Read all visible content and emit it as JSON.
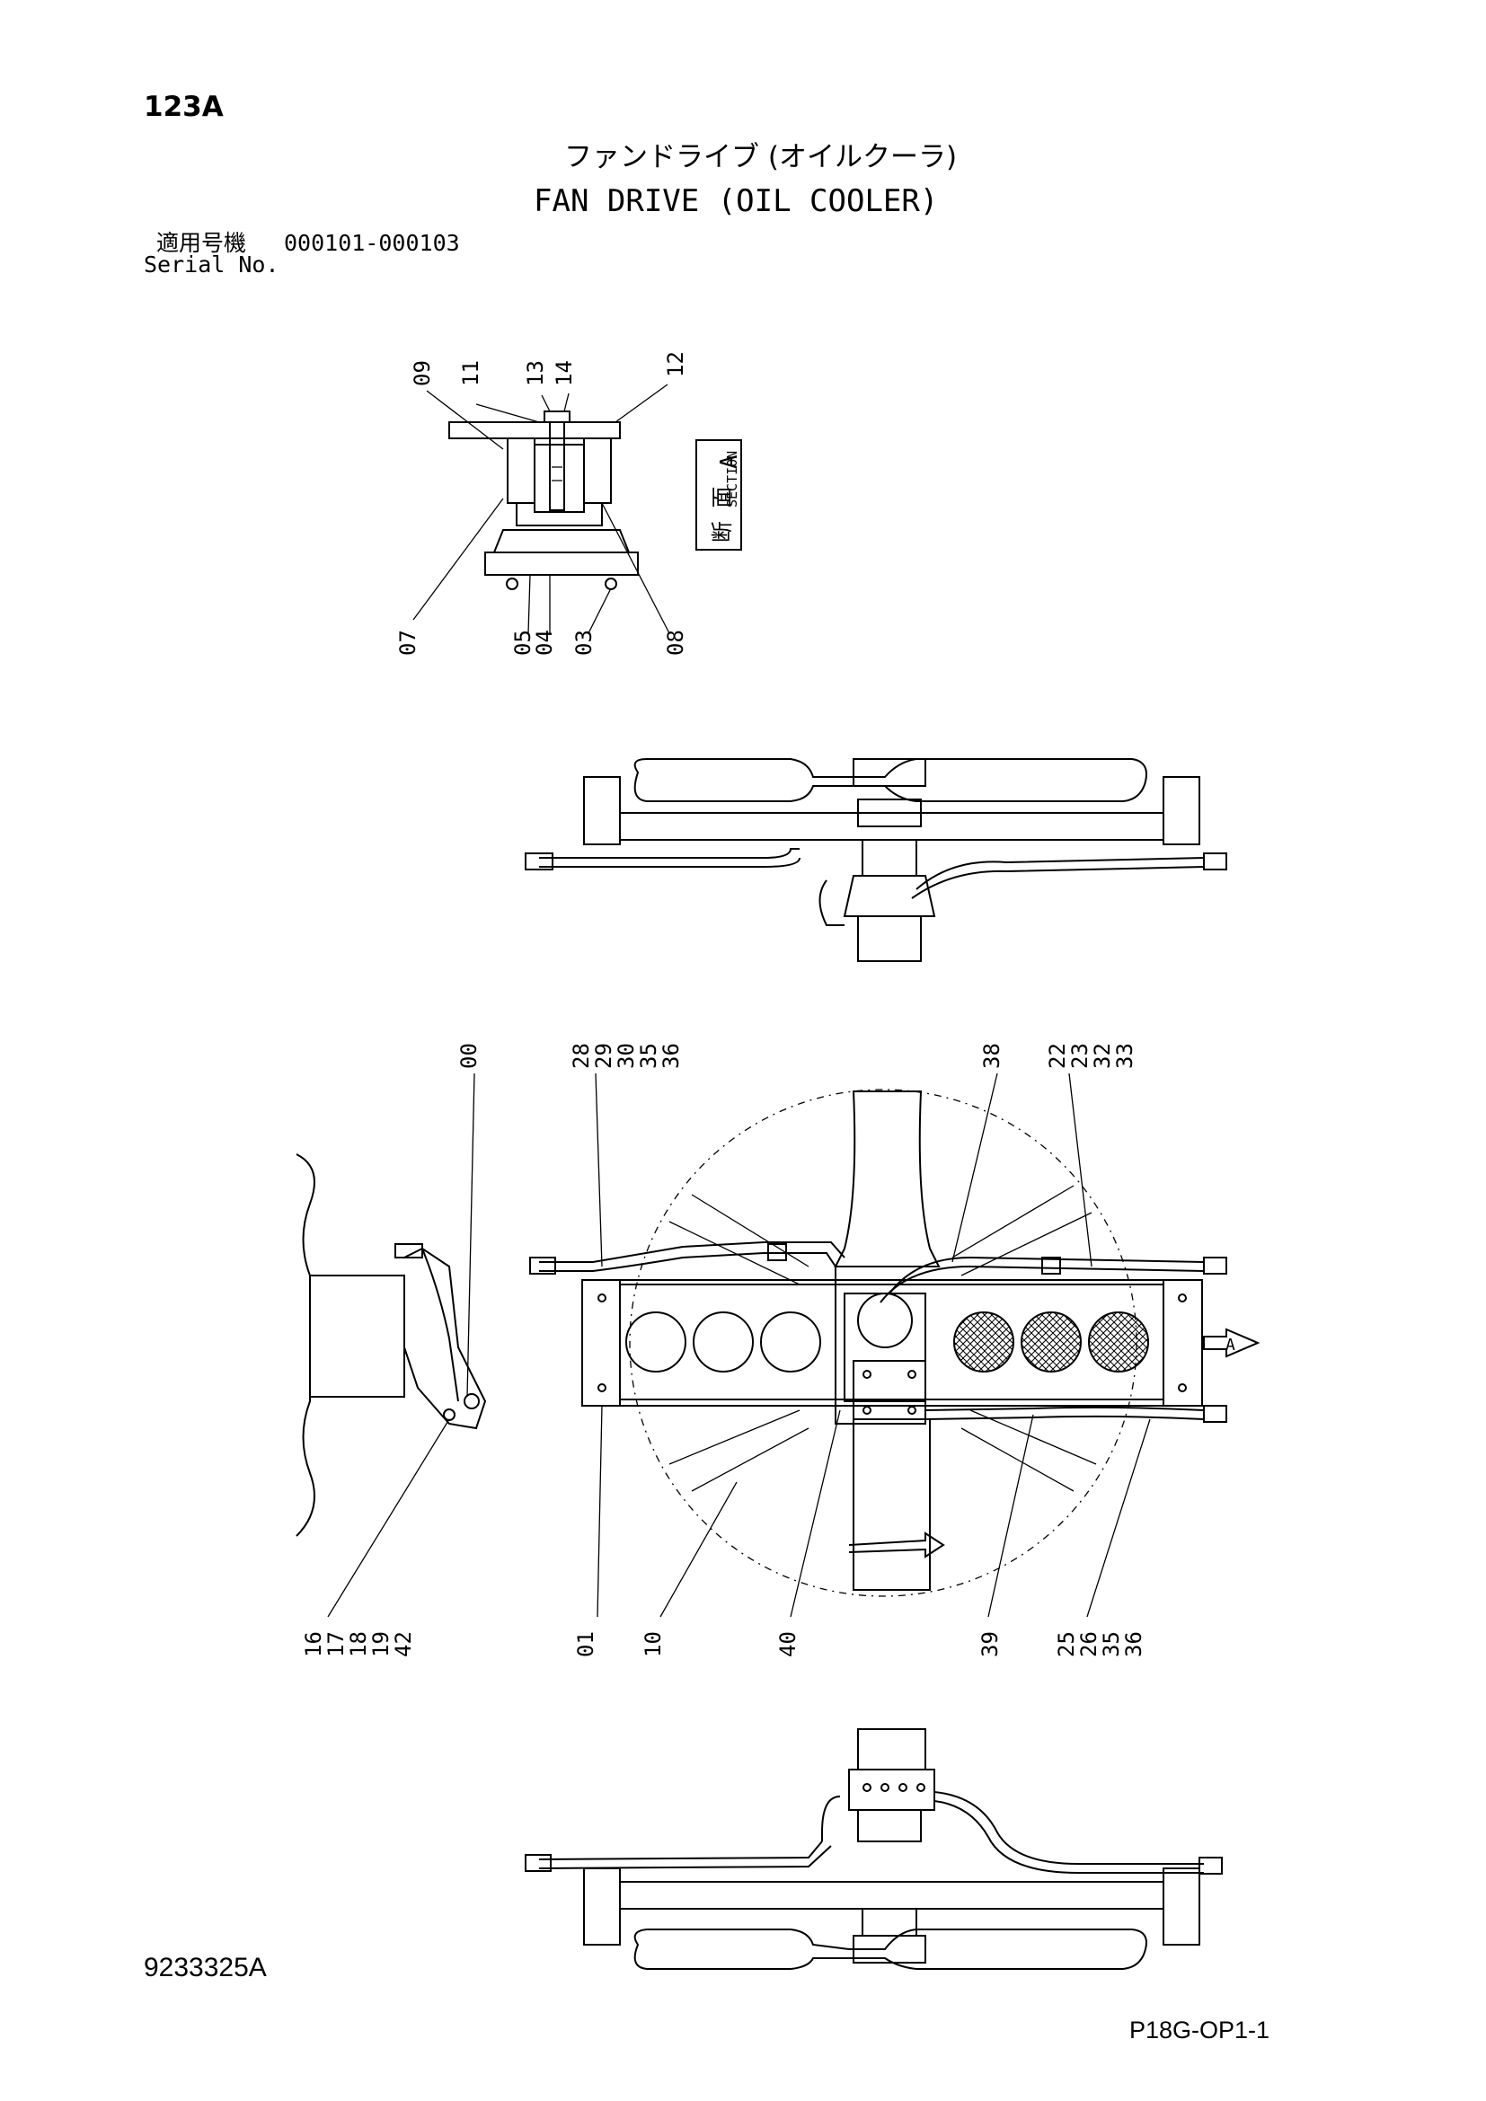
{
  "header": {
    "page_number": "123A",
    "title_jp": "ファンドライブ (オイルクーラ)",
    "title_en": "FAN DRIVE (OIL COOLER)",
    "applicable_label_jp": "適用号機",
    "serial_range": "000101-000103",
    "serial_label_en": "Serial No."
  },
  "section_view": {
    "label_jp": "断 面",
    "label_en": "SECTION",
    "letter": "A",
    "callouts_top": [
      "09",
      "11",
      "13",
      "14",
      "12"
    ],
    "callouts_bottom": [
      "07",
      "05",
      "04",
      "03",
      "08"
    ]
  },
  "main_view": {
    "callouts_top": [
      "00",
      "28",
      "29",
      "30",
      "35",
      "36",
      "38",
      "22",
      "23",
      "32",
      "33"
    ],
    "callouts_bottom": [
      "16",
      "17",
      "18",
      "19",
      "42",
      "01",
      "10",
      "40",
      "39",
      "25",
      "26",
      "35",
      "36"
    ],
    "view_marker": "A"
  },
  "footer": {
    "drawing_number": "9233325A",
    "sheet_code": "P18G-OP1-1"
  }
}
